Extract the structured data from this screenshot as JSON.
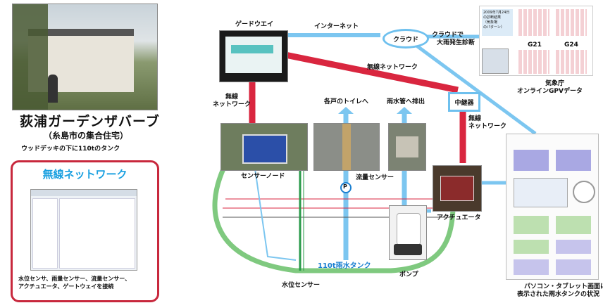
{
  "site": {
    "title": "荻浦ガーデンザバーブ",
    "subtitle": "（糸島市の集合住宅）",
    "note": "ウッドデッキの下に110tのタンク"
  },
  "wireless_panel": {
    "title": "無線ネットワーク",
    "caption_line1": "水位センサ、雨量センサー、流量センサー、",
    "caption_line2": "アクチュエータ、ゲートウェイを接続"
  },
  "nodes": {
    "gateway": "ゲードウエイ",
    "internet": "インターネット",
    "cloud": "クラウド",
    "cloud_diag_1": "クラウドで",
    "cloud_diag_2": "大雨発生診断",
    "wireless_net_top": "無線ネットワーク",
    "wireless_left_1": "無線",
    "wireless_left_2": "ネットワーク",
    "toilet": "各戸のトイレへ",
    "drain": "雨水管へ排出",
    "relay": "中継器",
    "wireless_right_1": "無線",
    "wireless_right_2": "ネットワーク",
    "sensor_node": "センサーノード",
    "flow_sensor": "流量センサー",
    "flow_p": "P",
    "actuator": "アクチュエータ",
    "tank": "110t雨水タンク",
    "pump": "ポンプ",
    "level_sensor": "水位センサー",
    "jma_1": "気象庁",
    "jma_2": "オンラインGPVデータ",
    "pc_1": "パソコン・タブレット画面に",
    "pc_2": "表示された雨水タンクの状況"
  },
  "weather_panel": {
    "header_line1": "2009年7月24日",
    "header_line2": "の診断結果",
    "header_line3": "（気象場",
    "header_line4": "のパターン）",
    "g21": "G21",
    "g24": "G24"
  },
  "colors": {
    "red_link": "#d9263f",
    "blue_link": "#7cc6f0",
    "green_loop": "#7fc97f",
    "tank_blue": "#1a7fd0"
  }
}
